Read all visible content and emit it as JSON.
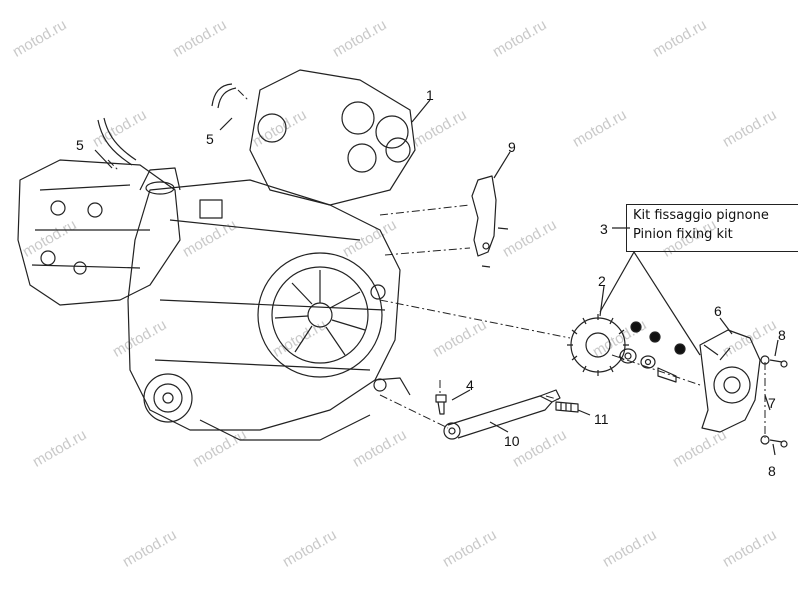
{
  "watermark": "motod.ru",
  "callouts": [
    "1",
    "2",
    "3",
    "4",
    "5",
    "5",
    "6",
    "7",
    "8",
    "8",
    "9",
    "10",
    "11"
  ],
  "kit_box": {
    "line1": "Kit fissaggio pignone",
    "line2": "Pinion fixing kit"
  },
  "colors": {
    "line": "#222222",
    "watermark": "#c9c9c9",
    "background": "#ffffff"
  }
}
